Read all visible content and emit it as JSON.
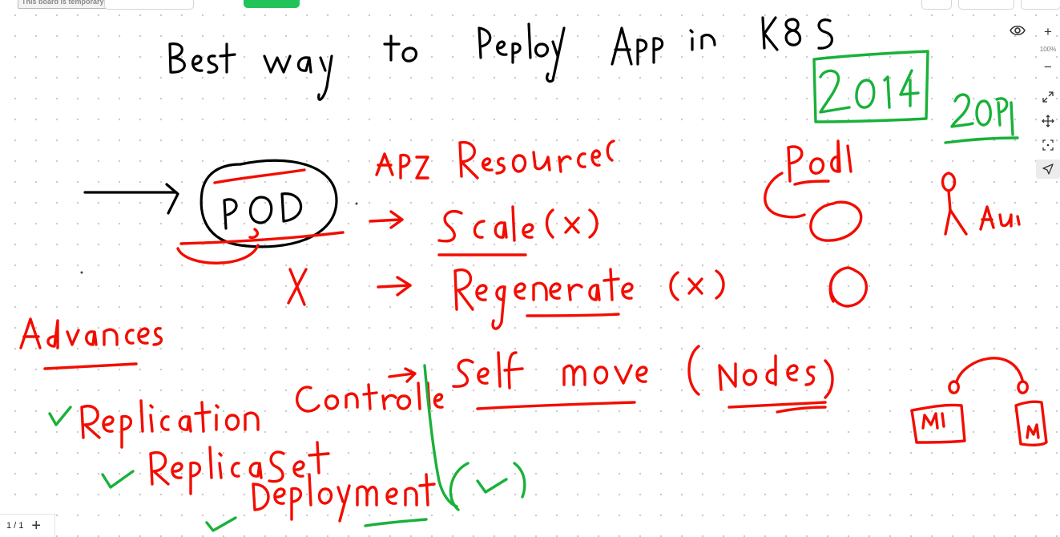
{
  "topbar": {
    "temporary_badge": "This board is temporary"
  },
  "board": {
    "strokes_description_colors": {
      "black": "#000000",
      "red": "#f20d00",
      "green": "#19b13a"
    }
  },
  "right_toolbar": {
    "zoom_level": "100%",
    "zoom_in": "+",
    "zoom_out": "−"
  },
  "pager": {
    "page_indicator": "1 / 1",
    "add_page": "+"
  }
}
